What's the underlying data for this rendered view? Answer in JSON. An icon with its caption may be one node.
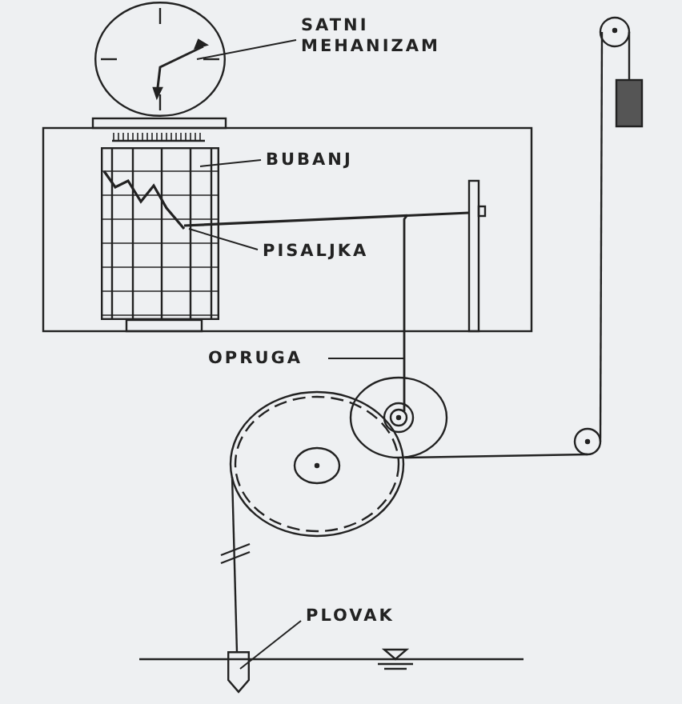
{
  "diagram": {
    "nodes": [
      {
        "text": [
          "SATNI MEHANIZAM"
        ]
      },
      {
        "text": [],
        "shape": "circle"
      },
      {
        "text": [
          "BUBANJ"
        ]
      },
      {
        "text": [],
        "shape": "cylinder"
      },
      {
        "text": [
          "PISALJKA"
        ]
      },
      {
        "text": [
          "OPRUGA"
        ]
      },
      {
        "text": [
          "PLOVAK"
        ]
      },
      {
        "text": [],
        "shape": "box"
      }
    ],
    "edges": [
      {
        "from": 0,
        "to": 1,
        "arrow": "none"
      },
      {
        "from": 2,
        "to": 3,
        "arrow": "none"
      },
      {
        "from": 4,
        "to": 3,
        "arrow": "none"
      },
      {
        "from": 5,
        "to": null,
        "arrow": "none"
      },
      {
        "from": 6,
        "to": 7,
        "arrow": "none"
      }
    ]
  }
}
